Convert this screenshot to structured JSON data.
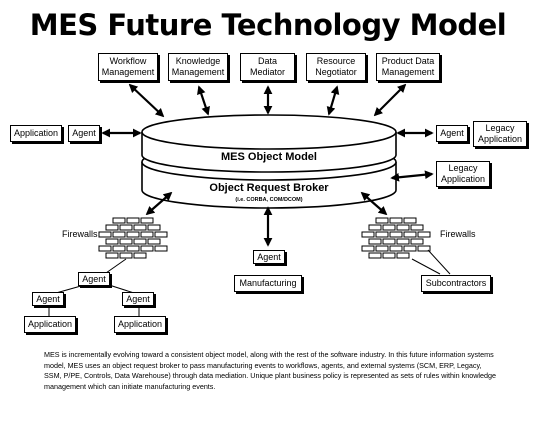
{
  "title": "MES Future Technology Model",
  "top_modules": [
    {
      "line1": "Workflow",
      "line2": "Management"
    },
    {
      "line1": "Knowledge",
      "line2": "Management"
    },
    {
      "line1": "Data",
      "line2": "Mediator"
    },
    {
      "line1": "Resource",
      "line2": "Negotiator"
    },
    {
      "line1": "Product Data",
      "line2": "Management"
    }
  ],
  "left_application": "Application",
  "left_agent": "Agent",
  "right_agent": "Agent",
  "legacy_top": {
    "line1": "Legacy",
    "line2": "Application"
  },
  "legacy_mid": {
    "line1": "Legacy",
    "line2": "Application"
  },
  "object_model": "MES Object Model",
  "orb": "Object Request Broker",
  "orb_sub": "(i.e. CORBA, COM/DCOM)",
  "firewalls_left": "Firewalls",
  "firewalls_right": "Firewalls",
  "tree_agent_top": "Agent",
  "tree_agent_left": "Agent",
  "tree_agent_right": "Agent",
  "tree_app_left": "Application",
  "tree_app_right": "Application",
  "mfg_agent": "Agent",
  "manufacturing": "Manufacturing",
  "subcontractors": "Subcontractors",
  "caption": "MES is incrementally evolving toward a consistent object model, along with the rest of the software industry. In this future information systems model, MES uses an object request broker to pass manufacturing events to workflows, agents, and external systems (SCM, ERP, Legacy, SSM, P/PE, Controls, Data Warehouse) through data mediation. Unique plant business policy is represented as sets of rules within knowledge management which can initiate manufacturing events."
}
